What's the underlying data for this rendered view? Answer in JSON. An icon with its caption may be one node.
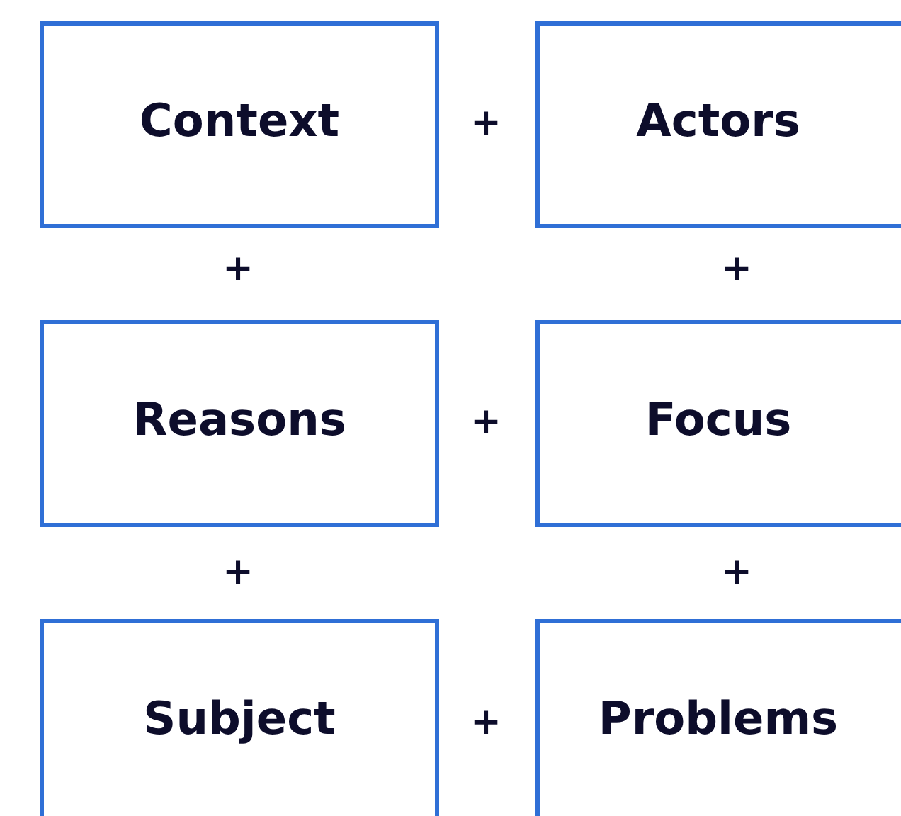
{
  "diagram": {
    "nodes": [
      {
        "text": [
          "Context"
        ]
      },
      {
        "text": [
          "Actors"
        ]
      },
      {
        "text": [
          "Reasons"
        ]
      },
      {
        "text": [
          "Focus"
        ]
      },
      {
        "text": [
          "Subject"
        ]
      },
      {
        "text": [
          "Problems"
        ]
      }
    ],
    "labels": [
      "+",
      "+",
      "+",
      "+",
      "+",
      "+",
      "+"
    ]
  }
}
